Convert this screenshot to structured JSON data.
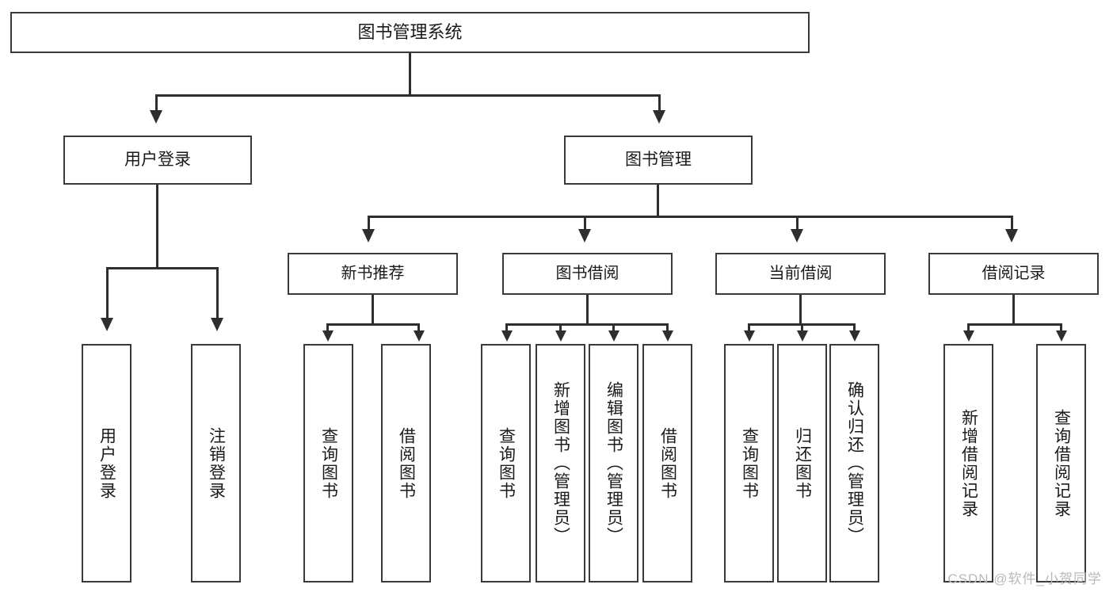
{
  "diagram": {
    "title": "图书管理系统",
    "type": "hierarchy-tree",
    "watermark": "CSDN @软件_小贺同学",
    "root": {
      "label": "图书管理系统"
    },
    "level1": [
      {
        "label": "用户登录"
      },
      {
        "label": "图书管理"
      }
    ],
    "level2": [
      {
        "label": "新书推荐"
      },
      {
        "label": "图书借阅"
      },
      {
        "label": "当前借阅"
      },
      {
        "label": "借阅记录"
      }
    ],
    "leaves": {
      "user_login": [
        {
          "label": "用户登录"
        },
        {
          "label": "注销登录"
        }
      ],
      "new_book_recommend": [
        {
          "label": "查询图书"
        },
        {
          "label": "借阅图书"
        }
      ],
      "book_borrow": [
        {
          "label": "查询图书"
        },
        {
          "label": "新增图书（管理员）"
        },
        {
          "label": "编辑图书（管理员）"
        },
        {
          "label": "借阅图书"
        }
      ],
      "current_borrow": [
        {
          "label": "查询图书"
        },
        {
          "label": "归还图书"
        },
        {
          "label": "确认归还（管理员）"
        }
      ],
      "borrow_record": [
        {
          "label": "新增借阅记录"
        },
        {
          "label": "查询借阅记录"
        }
      ]
    }
  },
  "colors": {
    "box_border": "#3a3a3a",
    "line": "#2e2e2e",
    "background": "#ffffff",
    "text": "#1a1a1a",
    "watermark": "#b9b9b9"
  }
}
